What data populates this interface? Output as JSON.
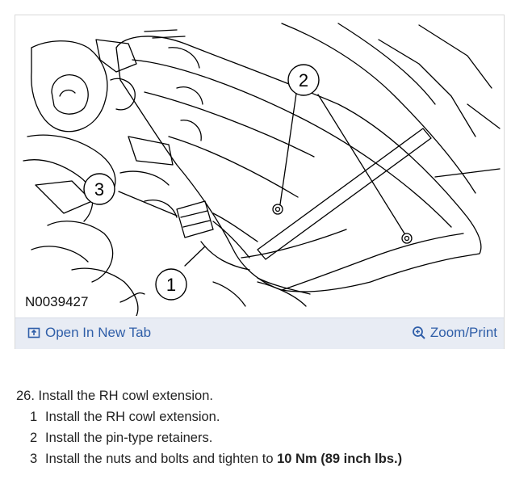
{
  "figure": {
    "id_label": "N0039427",
    "callouts": [
      "1",
      "2",
      "3"
    ],
    "open_tab_label": "Open In New Tab",
    "zoom_label": "Zoom/Print",
    "icons": {
      "open_tab": "open-in-new-tab-icon",
      "zoom": "zoom-magnifier-icon"
    },
    "link_color": "#2f5ea8",
    "bar_color": "#e8ecf4"
  },
  "instructions": {
    "step_number": "26.",
    "step_text": "Install the RH cowl extension.",
    "substeps": [
      {
        "num": "1",
        "text": "Install the RH cowl extension."
      },
      {
        "num": "2",
        "text": "Install the pin-type retainers."
      },
      {
        "num": "3",
        "text": "Install the nuts and bolts and tighten to ",
        "bold": "10 Nm (89 inch lbs.)"
      }
    ]
  }
}
